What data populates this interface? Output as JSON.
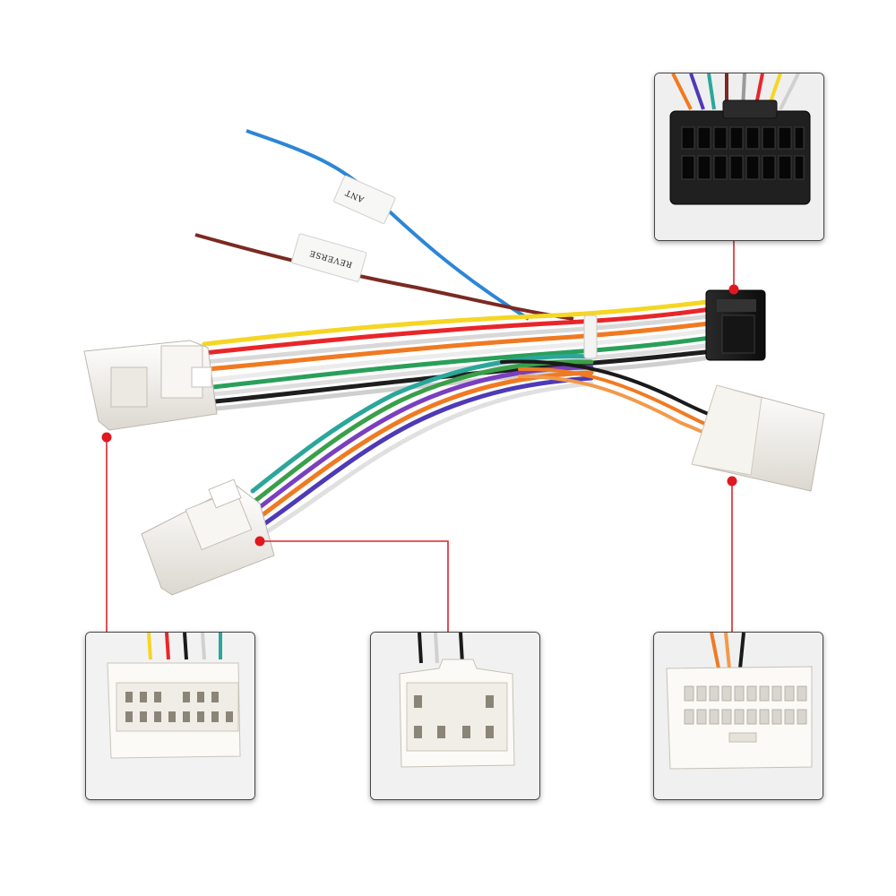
{
  "labels": {
    "ant": "ANT",
    "reverse": "REVERSE"
  },
  "colors": {
    "callout_line": "#d9262b",
    "callout_dot": "#e0181f",
    "connector_plastic": "#f2f0ec",
    "iso_connector": "#1b1b1b"
  },
  "insets": [
    {
      "name": "black-16-pin-connector",
      "caption": ""
    },
    {
      "name": "white-16-pin-plug",
      "caption": ""
    },
    {
      "name": "white-8-pin-plug",
      "caption": ""
    },
    {
      "name": "white-20-pin-plug",
      "caption": ""
    }
  ]
}
